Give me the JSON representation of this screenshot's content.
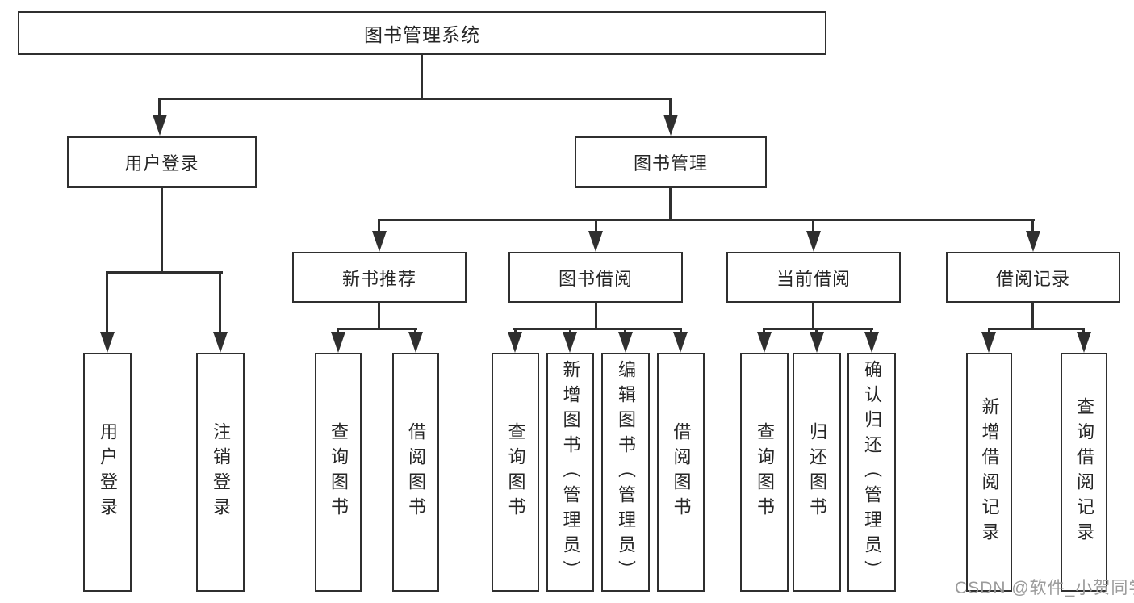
{
  "diagram": {
    "root": "图书管理系统",
    "level2": {
      "user_login": "用户登录",
      "book_mgmt": "图书管理"
    },
    "level3": {
      "new_books": "新书推荐",
      "borrowing": "图书借阅",
      "current": "当前借阅",
      "records": "借阅记录"
    },
    "leaves": {
      "user_login": [
        "用户登录",
        "注销登录"
      ],
      "new_books": [
        "查询图书",
        "借阅图书"
      ],
      "borrowing": [
        "查询图书",
        "新增图书（管理员）",
        "编辑图书（管理员）",
        "借阅图书"
      ],
      "current": [
        "查询图书",
        "归还图书",
        "确认归还（管理员）"
      ],
      "records": [
        "新增借阅记录",
        "查询借阅记录"
      ]
    }
  },
  "watermark": "CSDN @软件_小贺同学",
  "colors": {
    "line": "#2f2f2f",
    "text": "#262626",
    "watermark": "#9b9b9b",
    "background": "#ffffff"
  }
}
